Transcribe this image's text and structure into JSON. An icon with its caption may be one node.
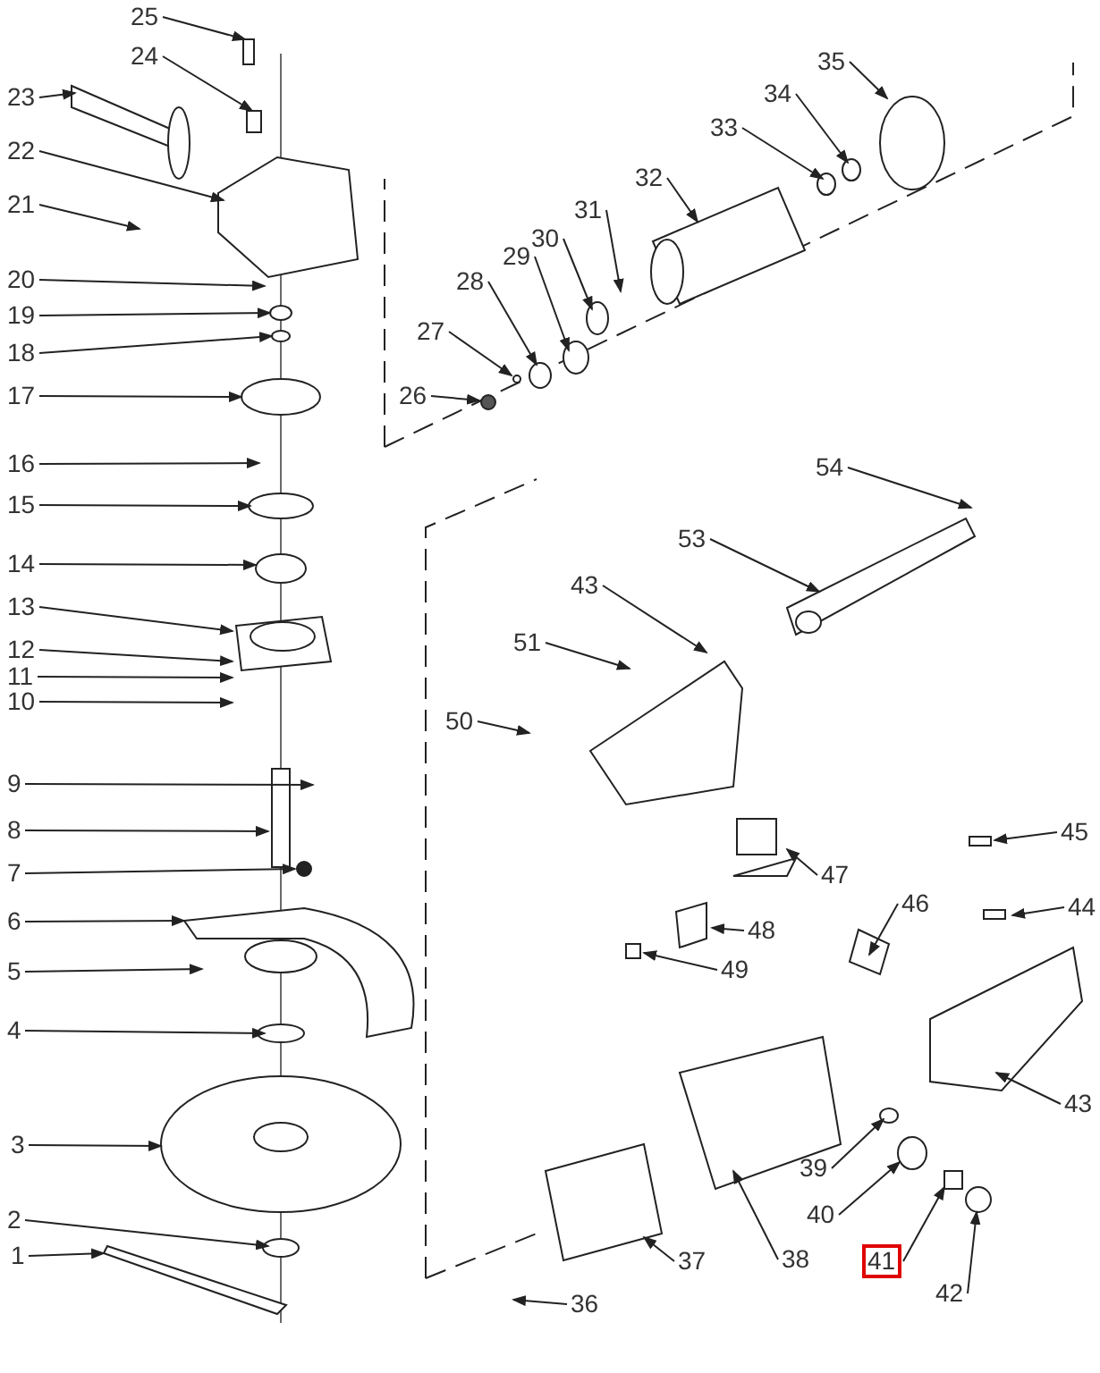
{
  "diagram": {
    "nodes": [
      {
        "text": [
          "1"
        ]
      },
      {
        "text": [
          "2"
        ]
      },
      {
        "text": [
          "3"
        ]
      },
      {
        "text": [
          "4"
        ]
      },
      {
        "text": [
          "5"
        ]
      },
      {
        "text": [
          "6"
        ]
      },
      {
        "text": [
          "7"
        ]
      },
      {
        "text": [
          "8"
        ]
      },
      {
        "text": [
          "9"
        ]
      },
      {
        "text": [
          "10"
        ]
      },
      {
        "text": [
          "11"
        ]
      },
      {
        "text": [
          "12"
        ]
      },
      {
        "text": [
          "13"
        ]
      },
      {
        "text": [
          "14"
        ]
      },
      {
        "text": [
          "15"
        ]
      },
      {
        "text": [
          "16"
        ]
      },
      {
        "text": [
          "17"
        ]
      },
      {
        "text": [
          "18"
        ]
      },
      {
        "text": [
          "19"
        ]
      },
      {
        "text": [
          "20"
        ]
      },
      {
        "text": [
          "21"
        ]
      },
      {
        "text": [
          "22"
        ]
      },
      {
        "text": [
          "23"
        ]
      },
      {
        "text": [
          "24"
        ]
      },
      {
        "text": [
          "25"
        ]
      },
      {
        "text": [
          "26"
        ]
      },
      {
        "text": [
          "27"
        ]
      },
      {
        "text": [
          "28"
        ]
      },
      {
        "text": [
          "29"
        ]
      },
      {
        "text": [
          "30"
        ]
      },
      {
        "text": [
          "31"
        ]
      },
      {
        "text": [
          "32"
        ]
      },
      {
        "text": [
          "33"
        ]
      },
      {
        "text": [
          "34"
        ]
      },
      {
        "text": [
          "35"
        ]
      },
      {
        "text": [
          "36"
        ]
      },
      {
        "text": [
          "37"
        ]
      },
      {
        "text": [
          "38"
        ]
      },
      {
        "text": [
          "39"
        ]
      },
      {
        "text": [
          "40"
        ]
      },
      {
        "text": [
          "41"
        ]
      },
      {
        "text": [
          "42"
        ]
      },
      {
        "text": [
          "43"
        ]
      },
      {
        "text": [
          "44"
        ]
      },
      {
        "text": [
          "45"
        ]
      },
      {
        "text": [
          "46"
        ]
      },
      {
        "text": [
          "47"
        ]
      },
      {
        "text": [
          "48"
        ]
      },
      {
        "text": [
          "49"
        ]
      },
      {
        "text": [
          "50"
        ]
      },
      {
        "text": [
          "51"
        ]
      },
      {
        "text": [
          "53"
        ]
      },
      {
        "text": [
          "54"
        ]
      },
      {
        "text": [
          "43"
        ]
      }
    ],
    "edges": [
      {
        "from": 0,
        "to": null,
        "arrow": "to"
      },
      {
        "from": 1,
        "to": null,
        "arrow": "to"
      },
      {
        "from": 2,
        "to": null,
        "arrow": "to"
      },
      {
        "from": 3,
        "to": null,
        "arrow": "to"
      },
      {
        "from": 4,
        "to": null,
        "arrow": "to"
      },
      {
        "from": 5,
        "to": null,
        "arrow": "to"
      },
      {
        "from": 6,
        "to": null,
        "arrow": "to"
      },
      {
        "from": 7,
        "to": null,
        "arrow": "to"
      },
      {
        "from": 8,
        "to": null,
        "arrow": "to"
      },
      {
        "from": 9,
        "to": null,
        "arrow": "to"
      },
      {
        "from": 10,
        "to": null,
        "arrow": "to"
      },
      {
        "from": 11,
        "to": null,
        "arrow": "to"
      },
      {
        "from": 12,
        "to": null,
        "arrow": "to"
      },
      {
        "from": 13,
        "to": null,
        "arrow": "to"
      },
      {
        "from": 14,
        "to": null,
        "arrow": "to"
      },
      {
        "from": 15,
        "to": null,
        "arrow": "to"
      },
      {
        "from": 16,
        "to": null,
        "arrow": "to"
      },
      {
        "from": 17,
        "to": null,
        "arrow": "to"
      },
      {
        "from": 18,
        "to": null,
        "arrow": "to"
      },
      {
        "from": 19,
        "to": null,
        "arrow": "to"
      },
      {
        "from": 20,
        "to": null,
        "arrow": "to"
      },
      {
        "from": 21,
        "to": null,
        "arrow": "to"
      },
      {
        "from": 22,
        "to": null,
        "arrow": "to"
      },
      {
        "from": 23,
        "to": null,
        "arrow": "to"
      },
      {
        "from": 24,
        "to": null,
        "arrow": "to"
      },
      {
        "from": 25,
        "to": null,
        "arrow": "to"
      },
      {
        "from": 26,
        "to": null,
        "arrow": "to"
      },
      {
        "from": 27,
        "to": null,
        "arrow": "to"
      },
      {
        "from": 28,
        "to": null,
        "arrow": "to"
      },
      {
        "from": 29,
        "to": null,
        "arrow": "to"
      },
      {
        "from": 30,
        "to": null,
        "arrow": "to"
      },
      {
        "from": 31,
        "to": null,
        "arrow": "to"
      },
      {
        "from": 32,
        "to": null,
        "arrow": "to"
      },
      {
        "from": 33,
        "to": null,
        "arrow": "to"
      },
      {
        "from": 34,
        "to": null,
        "arrow": "to"
      },
      {
        "from": 35,
        "to": null,
        "arrow": "to"
      },
      {
        "from": 36,
        "to": null,
        "arrow": "to"
      },
      {
        "from": 37,
        "to": null,
        "arrow": "to"
      },
      {
        "from": 38,
        "to": null,
        "arrow": "to"
      },
      {
        "from": 39,
        "to": null,
        "arrow": "to"
      },
      {
        "from": 40,
        "to": null,
        "arrow": "to"
      },
      {
        "from": 41,
        "to": null,
        "arrow": "to"
      },
      {
        "from": 42,
        "to": null,
        "arrow": "to"
      },
      {
        "from": 43,
        "to": null,
        "arrow": "to"
      },
      {
        "from": 44,
        "to": null,
        "arrow": "to"
      },
      {
        "from": 45,
        "to": null,
        "arrow": "to"
      },
      {
        "from": 46,
        "to": null,
        "arrow": "to"
      },
      {
        "from": 47,
        "to": null,
        "arrow": "to"
      },
      {
        "from": 48,
        "to": null,
        "arrow": "to"
      },
      {
        "from": 49,
        "to": null,
        "arrow": "to"
      },
      {
        "from": 50,
        "to": null,
        "arrow": "to"
      },
      {
        "from": 51,
        "to": null,
        "arrow": "to"
      },
      {
        "from": 52,
        "to": null,
        "arrow": "to"
      },
      {
        "from": 53,
        "to": null,
        "arrow": "to"
      }
    ]
  }
}
